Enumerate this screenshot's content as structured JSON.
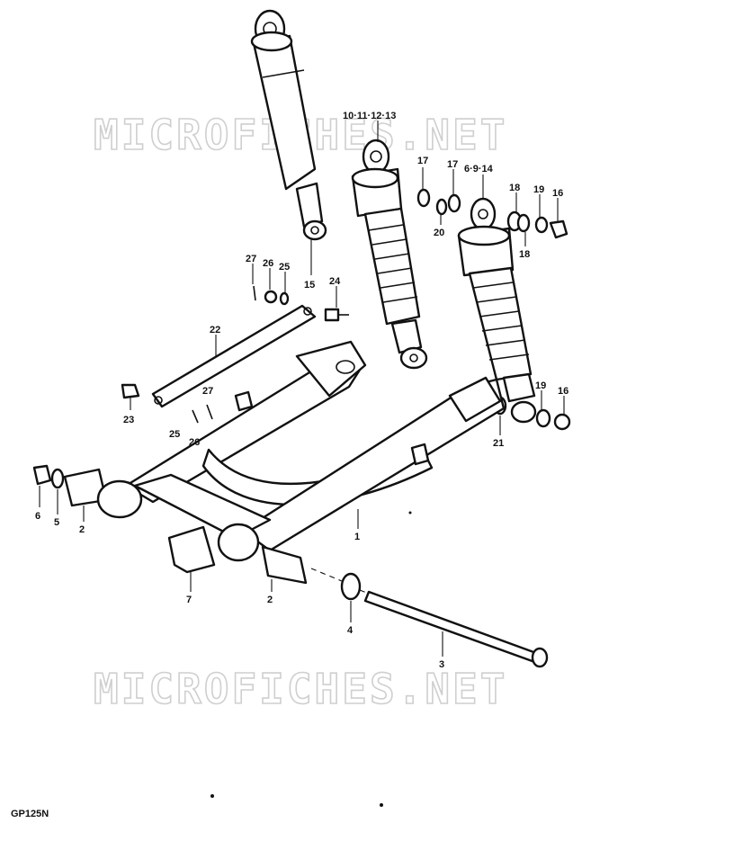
{
  "watermark": "MICROFICHES.NET",
  "model_code": "GP125N",
  "callouts": [
    {
      "id": "c1",
      "text": "10·11·12·13"
    },
    {
      "id": "c2",
      "text": "17"
    },
    {
      "id": "c3",
      "text": "17"
    },
    {
      "id": "c4",
      "text": "6·9·14"
    },
    {
      "id": "c5",
      "text": "18"
    },
    {
      "id": "c6",
      "text": "19"
    },
    {
      "id": "c7",
      "text": "16"
    },
    {
      "id": "c8",
      "text": "20"
    },
    {
      "id": "c9",
      "text": "18"
    },
    {
      "id": "c10",
      "text": "27"
    },
    {
      "id": "c11",
      "text": "26"
    },
    {
      "id": "c12",
      "text": "25"
    },
    {
      "id": "c13",
      "text": "15"
    },
    {
      "id": "c14",
      "text": "24"
    },
    {
      "id": "c15",
      "text": "22"
    },
    {
      "id": "c16",
      "text": "27"
    },
    {
      "id": "c17",
      "text": "23"
    },
    {
      "id": "c18",
      "text": "25"
    },
    {
      "id": "c19",
      "text": "26"
    },
    {
      "id": "c20",
      "text": "19"
    },
    {
      "id": "c21",
      "text": "16"
    },
    {
      "id": "c22",
      "text": "21"
    },
    {
      "id": "c23",
      "text": "1"
    },
    {
      "id": "c24",
      "text": "6"
    },
    {
      "id": "c25",
      "text": "5"
    },
    {
      "id": "c26",
      "text": "2"
    },
    {
      "id": "c27",
      "text": "7"
    },
    {
      "id": "c28",
      "text": "2"
    },
    {
      "id": "c29",
      "text": "4"
    },
    {
      "id": "c30",
      "text": "3"
    }
  ]
}
